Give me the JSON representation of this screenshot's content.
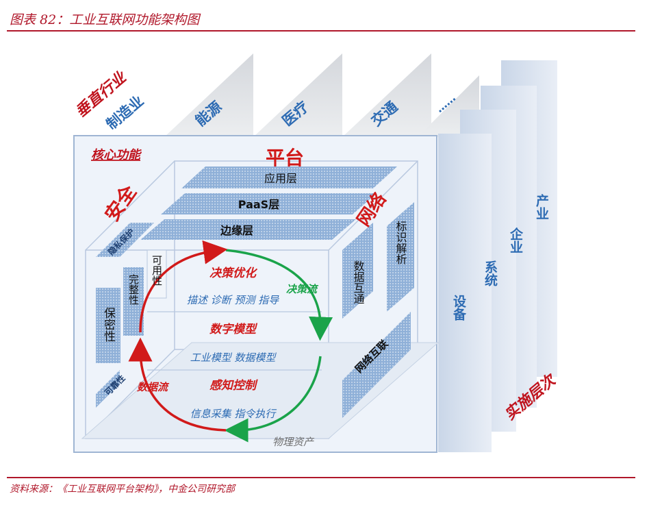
{
  "header": {
    "title": "图表 82：工业互联网功能架构图"
  },
  "footer": {
    "source": "资料来源：《工业互联网平台架构》，中金公司研究部"
  },
  "diagram": {
    "vertical_industry_label": "垂直行业",
    "industries": [
      "制造业",
      "能源",
      "医疗",
      "交通",
      "……"
    ],
    "core_functions_label": "核心功能",
    "platform_label": "平台",
    "security_label": "安全",
    "network_label": "网络",
    "layers": [
      "应用层",
      "PaaS层",
      "边缘层"
    ],
    "security_items": [
      "隐私保护",
      "可用性",
      "完整性",
      "保密性",
      "可靠性"
    ],
    "network_items": [
      "标识解析",
      "数据互通",
      "网络互联"
    ],
    "loop": {
      "top": "决策优化",
      "top_sub": "描述 诊断 预测 指导",
      "middle": "数字模型",
      "middle_sub": "工业模型 数据模型",
      "bottom": "感知控制",
      "bottom_sub": "信息采集 指令执行",
      "decision_flow": "决策流",
      "data_flow": "数据流"
    },
    "physical_assets": "物理资产",
    "levels_label": "实施层次",
    "levels": [
      "设备",
      "系统",
      "企业",
      "产业"
    ]
  }
}
